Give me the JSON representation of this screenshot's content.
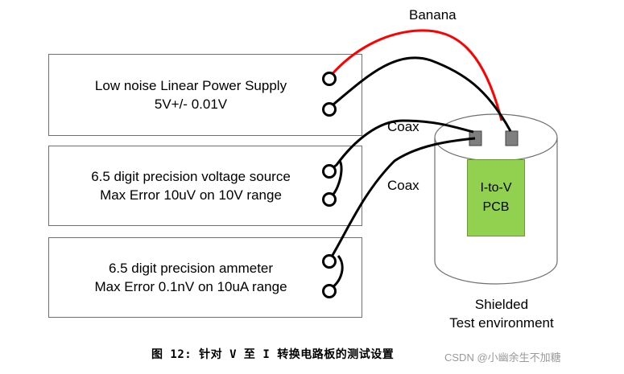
{
  "boxes": {
    "power_supply": {
      "line1": "Low noise Linear Power Supply",
      "line2": "5V+/- 0.01V"
    },
    "voltage_source": {
      "line1": "6.5 digit precision voltage source",
      "line2": "Max Error 10uV on 10V range"
    },
    "ammeter": {
      "line1": "6.5 digit precision ammeter",
      "line2": "Max Error 0.1nV on 10uA range"
    }
  },
  "labels": {
    "banana": "Banana",
    "coax1": "Coax",
    "coax2": "Coax"
  },
  "pcb": {
    "line1": "I-to-V",
    "line2": "PCB"
  },
  "shield": {
    "line1": "Shielded",
    "line2": "Test environment"
  },
  "caption": "图 12: 针对 V 至 I 转换电路板的测试设置",
  "watermark": "CSDN @小幽余生不加糖",
  "colors": {
    "banana_wire": "#ff0000",
    "wire": "#000000",
    "pcb_fill": "#92d050",
    "connector": "#7f7f7f"
  }
}
